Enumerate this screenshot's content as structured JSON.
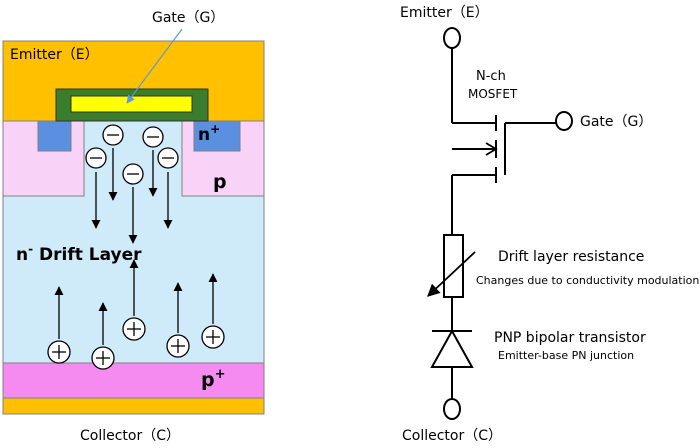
{
  "cross_section": {
    "gate_label": "Gate（G）",
    "emitter_label": "Emitter（E）",
    "collector_label": "Collector（C）",
    "n_plus_label": "n",
    "n_plus_sup": "+",
    "p_label": "p",
    "drift_label_prefix": "n",
    "drift_label_sup": "-",
    "drift_label_text": " Drift Layer",
    "p_plus_label": "p",
    "p_plus_sup": "+",
    "colors": {
      "metal": "#FFC000",
      "gate_oxide": "#3A7D2C",
      "gate_poly": "#FFFF00",
      "p_region": "#F9D3F7",
      "n_plus": "#5B8FE0",
      "drift": "#CFEAF8",
      "p_plus": "#F58BF0"
    }
  },
  "circuit": {
    "emitter_label": "Emitter（E）",
    "mosfet_label_line1": "N-ch",
    "mosfet_label_line2": "MOSFET",
    "gate_label": "Gate（G）",
    "resistor_label": "Drift layer resistance",
    "resistor_sublabel": "Changes due to conductivity modulation",
    "pnp_label": "PNP bipolar transistor",
    "pnp_sublabel": "Emitter-base PN junction",
    "collector_label": "Collector（C）"
  }
}
